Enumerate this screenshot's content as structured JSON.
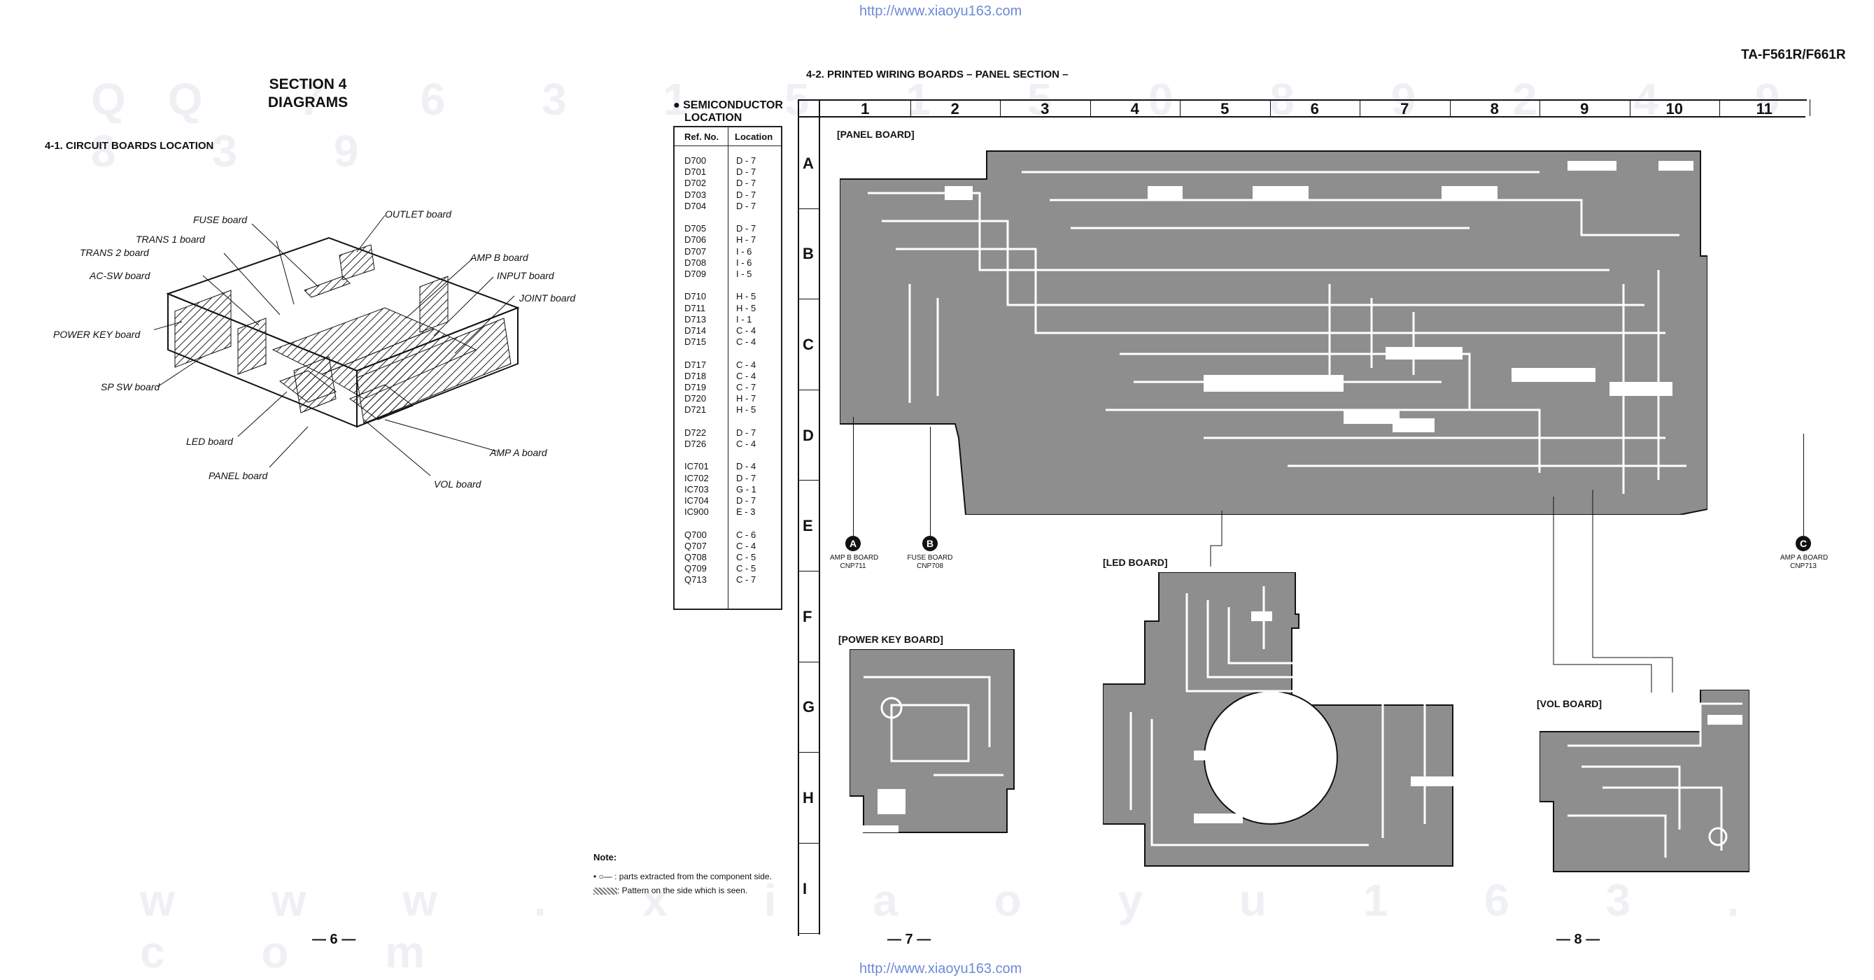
{
  "header": {
    "url_top": "http://www.xiaoyu163.com",
    "url_bottom": "http://www.xiaoyu163.com",
    "model": "TA-F561R/F661R"
  },
  "section": {
    "line1": "SECTION 4",
    "line2": "DIAGRAMS"
  },
  "location_title": "4-1. CIRCUIT BOARDS LOCATION",
  "board_labels": {
    "outlet": "OUTLET board",
    "fuse": "FUSE board",
    "trans1": "TRANS 1 board",
    "trans2": "TRANS 2 board",
    "acsw": "AC-SW board",
    "ampb": "AMP B board",
    "input": "INPUT board",
    "joint": "JOINT board",
    "powerkey": "POWER KEY board",
    "spsw": "SP SW board",
    "led": "LED board",
    "ampa": "AMP A board",
    "panel": "PANEL board",
    "vol": "VOL board"
  },
  "semiconductor": {
    "title1": "SEMICONDUCTOR",
    "title2": "LOCATION",
    "col_ref": "Ref. No.",
    "col_loc": "Location",
    "groups": [
      [
        [
          "D700",
          "D - 7"
        ],
        [
          "D701",
          "D - 7"
        ],
        [
          "D702",
          "D - 7"
        ],
        [
          "D703",
          "D - 7"
        ],
        [
          "D704",
          "D - 7"
        ]
      ],
      [
        [
          "D705",
          "D - 7"
        ],
        [
          "D706",
          "H - 7"
        ],
        [
          "D707",
          "I - 6"
        ],
        [
          "D708",
          "I - 6"
        ],
        [
          "D709",
          "I - 5"
        ]
      ],
      [
        [
          "D710",
          "H - 5"
        ],
        [
          "D711",
          "H - 5"
        ],
        [
          "D713",
          "I - 1"
        ],
        [
          "D714",
          "C - 4"
        ],
        [
          "D715",
          "C - 4"
        ]
      ],
      [
        [
          "D717",
          "C - 4"
        ],
        [
          "D718",
          "C - 4"
        ],
        [
          "D719",
          "C - 7"
        ],
        [
          "D720",
          "H - 7"
        ],
        [
          "D721",
          "H - 5"
        ]
      ],
      [
        [
          "D722",
          "D - 7"
        ],
        [
          "D726",
          "C - 4"
        ]
      ],
      [
        [
          "IC701",
          "D - 4"
        ],
        [
          "IC702",
          "D - 7"
        ],
        [
          "IC703",
          "G - 1"
        ],
        [
          "IC704",
          "D - 7"
        ],
        [
          "IC900",
          "E - 3"
        ]
      ],
      [
        [
          "Q700",
          "C - 6"
        ],
        [
          "Q707",
          "C - 4"
        ],
        [
          "Q708",
          "C - 5"
        ],
        [
          "Q709",
          "C - 5"
        ],
        [
          "Q713",
          "C - 7"
        ]
      ]
    ]
  },
  "pwb_title": "4-2. PRINTED WIRING BOARDS – PANEL SECTION –",
  "grid_cols": [
    "1",
    "2",
    "3",
    "4",
    "5",
    "6",
    "7",
    "8",
    "9",
    "10",
    "11"
  ],
  "grid_rows": [
    "A",
    "B",
    "C",
    "D",
    "E",
    "F",
    "G",
    "H",
    "I"
  ],
  "boards": {
    "panel": "[PANEL BOARD]",
    "led": "[LED BOARD]",
    "powerkey": "[POWER KEY BOARD]",
    "vol": "[VOL BOARD]"
  },
  "connectors": {
    "a_letter": "A",
    "a_line1": "AMP B BOARD",
    "a_line2": "CNP711",
    "b_letter": "B",
    "b_line1": "FUSE BOARD",
    "b_line2": "CNP708",
    "c_letter": "C",
    "c_line1": "AMP A BOARD",
    "c_line2": "CNP713"
  },
  "notes": {
    "title": "Note:",
    "n1": ": parts extracted from the component side.",
    "n2": ": Pattern on the side which is seen."
  },
  "pages": {
    "p6": "— 6 —",
    "p7": "— 7 —",
    "p8": "— 8 —"
  },
  "colors": {
    "pcb_fill": "#8e8e8e",
    "trace": "#ffffff",
    "ink": "#111111",
    "link": "#6b8bd6"
  }
}
